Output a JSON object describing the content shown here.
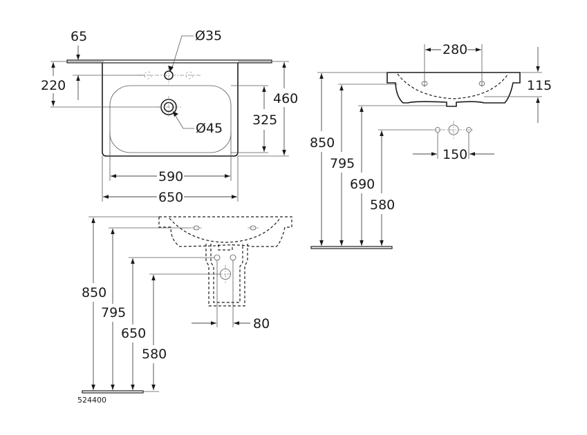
{
  "drawing": {
    "product_code": "524400",
    "plan_view": {
      "wall_offset": "65",
      "tap_hole_height": "220",
      "tap_hole_diameter": "Ø35",
      "drain_diameter": "Ø45",
      "bowl_depth": "325",
      "overall_depth": "460",
      "bowl_width": "590",
      "overall_width": "650"
    },
    "side_view": {
      "tap_hole_spacing": "280",
      "basin_height": "115",
      "heights": [
        "850",
        "795",
        "690",
        "580"
      ],
      "waste_spacing": "150"
    },
    "pedestal_view": {
      "heights": [
        "850",
        "795",
        "650",
        "580"
      ],
      "supply_spacing": "80"
    }
  }
}
